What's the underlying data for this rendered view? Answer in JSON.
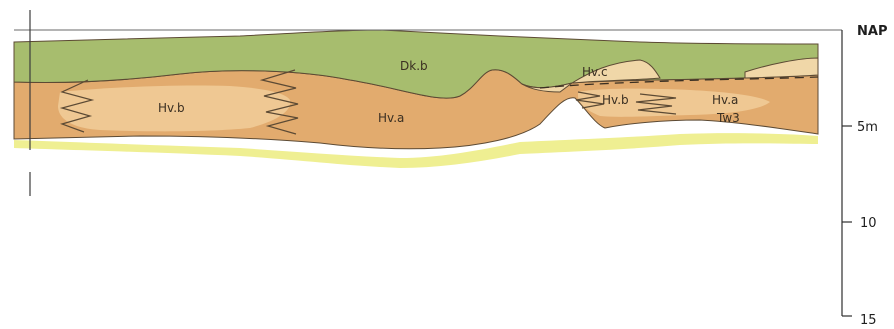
{
  "depth_scale": {
    "datum": "NAP",
    "ticks": [
      "5m",
      "10",
      "15"
    ]
  },
  "units": {
    "dkb": "Dk.b",
    "hvc": "Hv.c",
    "hvb_left": "Hv.b",
    "hva_mid": "Hv.a",
    "hvb_right": "Hv.b",
    "hva_right": "Hv.a",
    "tw3": "Tw3"
  },
  "colors": {
    "dkb_fill": "#a7bd6e",
    "hva_fill": "#e2ab6e",
    "hvb_fill": "#efc893",
    "hvc_fill": "#f0d7a8",
    "base_wash": "#efef92",
    "line": "#5c4a34"
  }
}
